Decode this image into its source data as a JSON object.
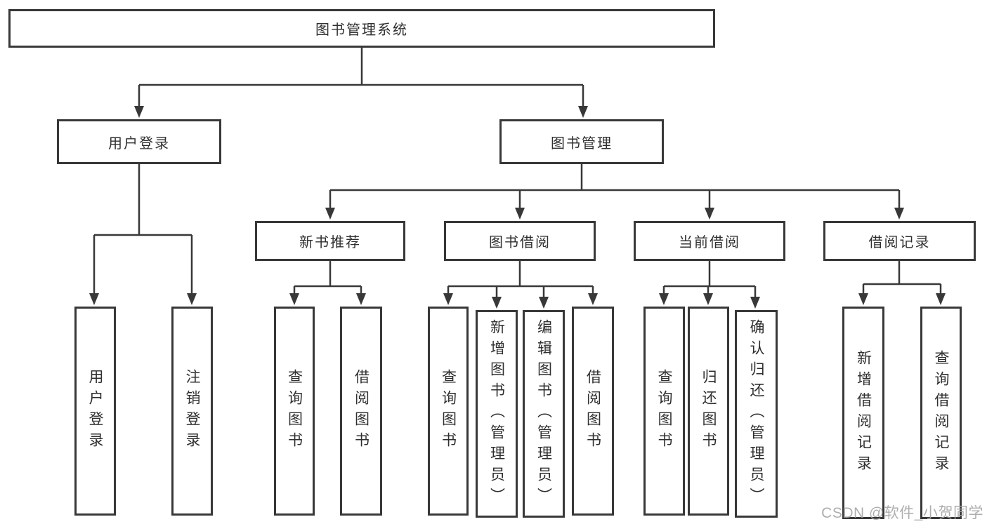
{
  "watermark": "CSDN @软件_小贺同学",
  "colors": {
    "line": "#383838",
    "box_border": "#383838",
    "box_background": "#ffffff",
    "text": "#2f2f2f",
    "watermark": "#a6a6a6",
    "page_background": "#ffffff"
  },
  "tree": {
    "root": "图书管理系统",
    "children": [
      {
        "label": "用户登录",
        "children": [
          {
            "label": "用户登录"
          },
          {
            "label": "注销登录"
          }
        ]
      },
      {
        "label": "图书管理",
        "children": [
          {
            "label": "新书推荐",
            "children": [
              {
                "label": "查询图书"
              },
              {
                "label": "借阅图书"
              }
            ]
          },
          {
            "label": "图书借阅",
            "children": [
              {
                "label": "查询图书"
              },
              {
                "label": "新增图书（管理员）"
              },
              {
                "label": "编辑图书（管理员）"
              },
              {
                "label": "借阅图书"
              }
            ]
          },
          {
            "label": "当前借阅",
            "children": [
              {
                "label": "查询图书"
              },
              {
                "label": "归还图书"
              },
              {
                "label": "确认归还（管理员）"
              }
            ]
          },
          {
            "label": "借阅记录",
            "children": [
              {
                "label": "新增借阅记录"
              },
              {
                "label": "查询借阅记录"
              }
            ]
          }
        ]
      }
    ]
  }
}
